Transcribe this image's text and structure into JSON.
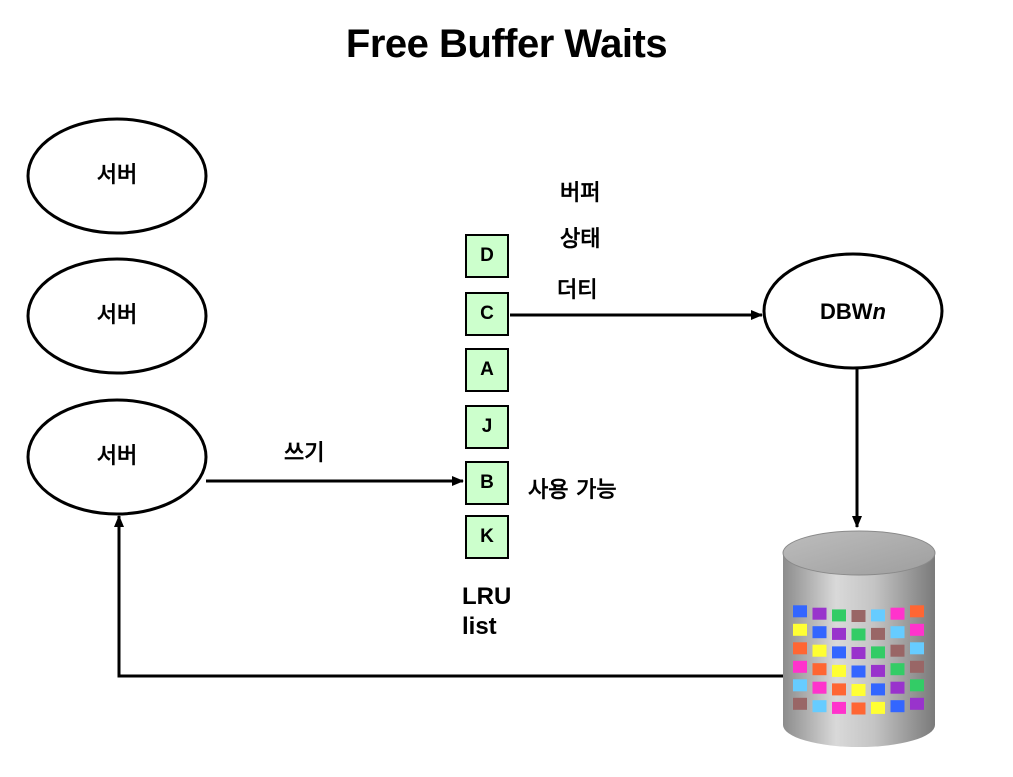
{
  "title": "Free Buffer Waits",
  "servers": [
    {
      "label": "서버"
    },
    {
      "label": "서버"
    },
    {
      "label": "서버"
    }
  ],
  "write_label": "쓰기",
  "lru_list": {
    "items": [
      "D",
      "C",
      "A",
      "J",
      "B",
      "K"
    ],
    "caption_line1": "LRU",
    "caption_line2": "list",
    "fill_color": "#ccffcc"
  },
  "buffer_state": {
    "heading_line1": "버퍼",
    "heading_line2": "상태",
    "dirty_label": "더티",
    "available_label": "사용 가능"
  },
  "dbwn": {
    "prefix": "DBW",
    "suffix": "n"
  },
  "database_icon": "database-cylinder-icon",
  "database_block_colors": [
    "#3366ff",
    "#ff33cc",
    "#33cc66",
    "#ffff33",
    "#66ccff",
    "#9933cc",
    "#ff6633",
    "#996666"
  ]
}
